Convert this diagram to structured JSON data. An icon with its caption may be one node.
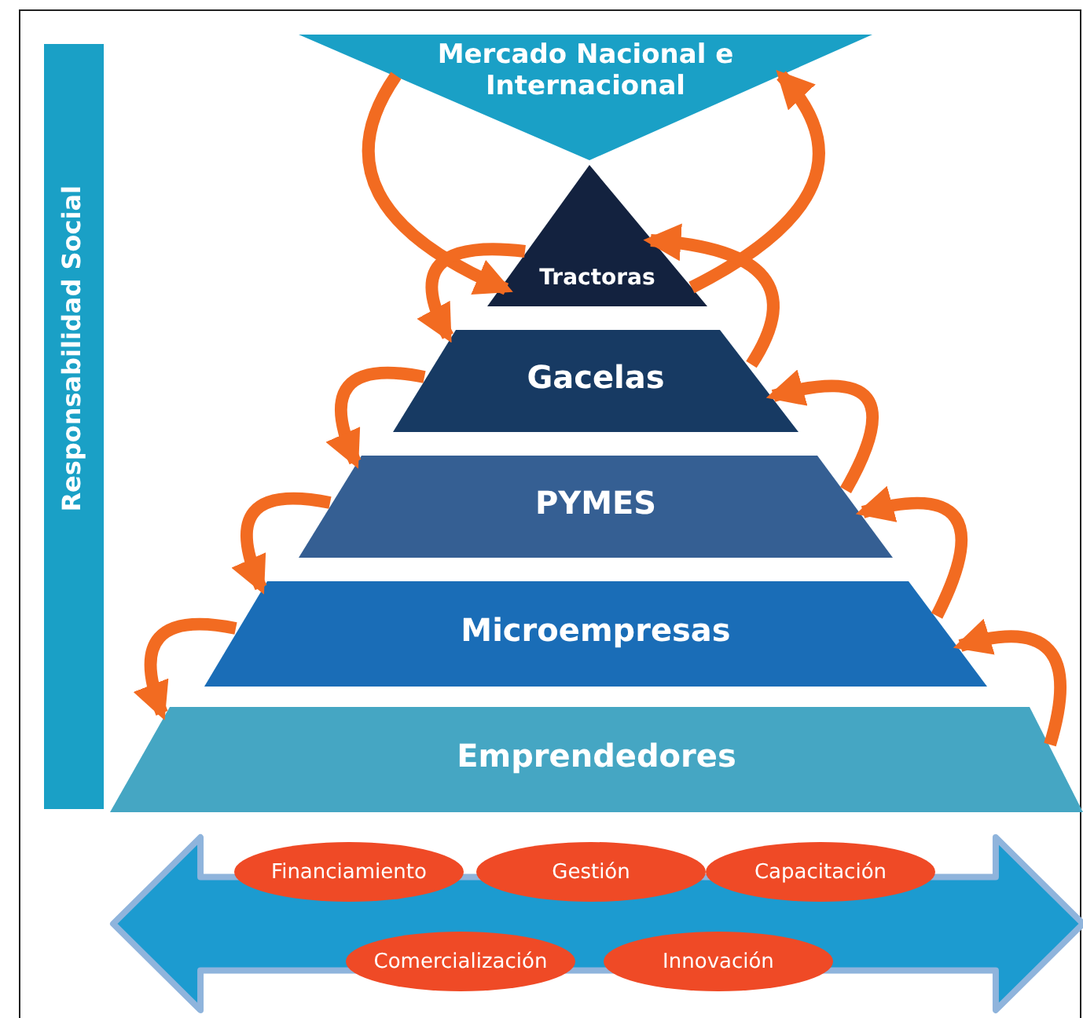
{
  "diagram": {
    "nodes": [
      {
        "text": [
          "Mercado Nacional e Internacional"
        ]
      },
      {
        "text": [
          "Tractoras"
        ]
      },
      {
        "text": [
          "Gacelas"
        ]
      },
      {
        "text": [
          "PYMES"
        ]
      },
      {
        "text": [
          "Microempresas"
        ]
      },
      {
        "text": [
          "Emprendedores"
        ]
      },
      {
        "text": [
          "Responsabilidad Social"
        ]
      },
      {
        "text": [],
        "shape": "arrow"
      },
      {
        "text": [
          "Financiamiento"
        ],
        "in": 7
      },
      {
        "text": [
          "Gestión"
        ],
        "in": 7
      },
      {
        "text": [
          "Capacitación"
        ],
        "in": 7
      },
      {
        "text": [
          "Comercialización"
        ],
        "in": 7
      },
      {
        "text": [
          "Innovación"
        ],
        "in": 7
      }
    ],
    "edges": [
      {
        "from": 0,
        "to": 1,
        "arrow": "to"
      },
      {
        "from": 1,
        "to": 2,
        "arrow": "to"
      },
      {
        "from": 2,
        "to": 3,
        "arrow": "to"
      },
      {
        "from": 3,
        "to": 4,
        "arrow": "to"
      },
      {
        "from": 4,
        "to": 5,
        "arrow": "to"
      },
      {
        "from": 1,
        "to": 0,
        "arrow": "to"
      },
      {
        "from": 2,
        "to": 1,
        "arrow": "to"
      },
      {
        "from": 3,
        "to": 2,
        "arrow": "to"
      },
      {
        "from": 4,
        "to": 3,
        "arrow": "to"
      },
      {
        "from": 5,
        "to": 4,
        "arrow": "to"
      }
    ]
  }
}
